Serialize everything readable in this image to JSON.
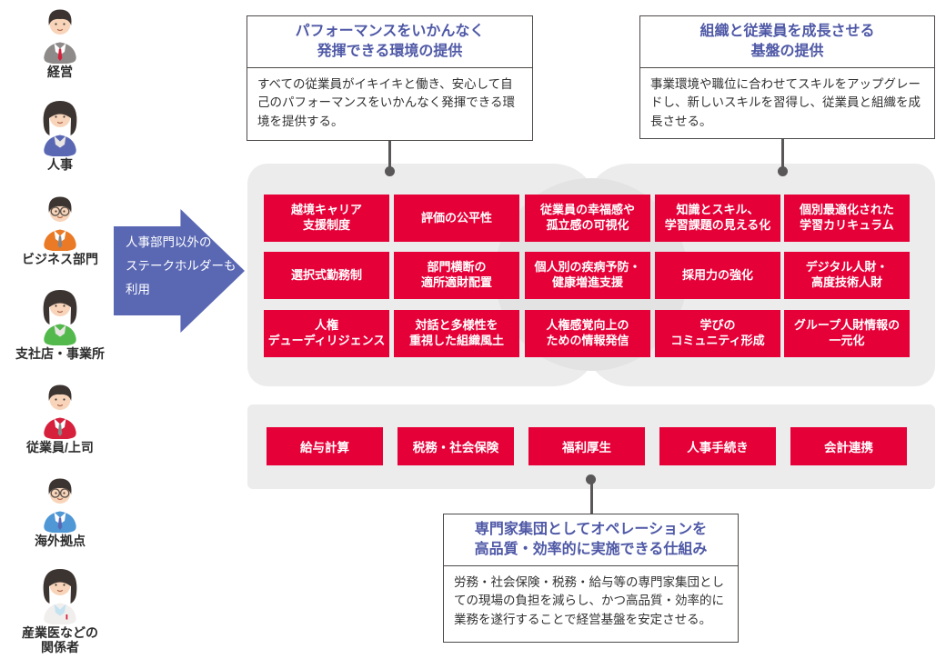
{
  "personas": [
    {
      "name": "management",
      "label": "経営",
      "gender": "male",
      "glasses": false,
      "body_color": "#8f8a8a",
      "inner_color": "#ffffff",
      "tie_color": "#d5213c"
    },
    {
      "name": "hr",
      "label": "人事",
      "gender": "female",
      "glasses": false,
      "body_color": "#5a68b4",
      "inner_color": "#e8e5e3"
    },
    {
      "name": "business-division",
      "label": "ビジネス部門",
      "gender": "male",
      "glasses": true,
      "body_color": "#ea7a26",
      "inner_color": "#ffffff",
      "tie_color": "#8a8585"
    },
    {
      "name": "branches-offices",
      "label": "支社店・事業所",
      "gender": "female",
      "glasses": false,
      "body_color": "#53b94d",
      "inner_color": "#e8e5e3"
    },
    {
      "name": "employees-managers",
      "label": "従業員/上司",
      "gender": "male",
      "glasses": false,
      "body_color": "#d7203c",
      "inner_color": "#ffffff",
      "tie_color": "#8a8585"
    },
    {
      "name": "overseas-sites",
      "label": "海外拠点",
      "gender": "male",
      "glasses": true,
      "body_color": "#4f97d5",
      "inner_color": "#ffffff",
      "tie_color": "#5a68b4"
    },
    {
      "name": "occupational-physicians",
      "label": "産業医などの\n関係者",
      "gender": "female",
      "glasses": false,
      "body_color": "#f1efed",
      "inner_color": "#c5e2f0",
      "accent_color": "#d7203c"
    }
  ],
  "arrow": {
    "text": "人事部門以外の\nステークホルダーも\n利用"
  },
  "goal_boxes": {
    "performance": {
      "title": "パフォーマンスをいかんなく\n発揮できる環境の提供",
      "body": "すべての従業員がイキイキと働き、安心して自己のパフォーマンスをいかんなく発揮できる環境を提供する。"
    },
    "growth": {
      "title": "組織と従業員を成長させる\n基盤の提供",
      "body": "事業環境や職位に合わせてスキルをアップグレードし、新しいスキルを習得し、従業員と組織を成長させる。"
    },
    "operations": {
      "title": "専門家集団としてオペレーションを\n高品質・効率的に実施できる仕組み",
      "body": "労務・社会保険・税務・給与等の専門家集団としての現場の負担を減らし、かつ高品質・効率的に業務を遂行することで経営基盤を安定させる。"
    }
  },
  "capability_grid": {
    "rows": [
      [
        "越境キャリア\n支援制度",
        "評価の公平性",
        "従業員の幸福感や\n孤立感の可視化",
        "知識とスキル、\n学習課題の見える化",
        "個別最適化された\n学習カリキュラム"
      ],
      [
        "選択式勤務制",
        "部門横断の\n適所適財配置",
        "個人別の疾病予防・\n健康増進支援",
        "採用力の強化",
        "デジタル人財・\n高度技術人財"
      ],
      [
        "人権\nデューディリジェンス",
        "対話と多様性を\n重視した組織風土",
        "人権感覚向上の\nための情報発信",
        "学びの\nコミュニティ形成",
        "グループ人財情報の\n一元化"
      ]
    ]
  },
  "operations_row": [
    "給与計算",
    "税務・社会保険",
    "福利厚生",
    "人事手続き",
    "会計連携"
  ],
  "colors": {
    "red": "#e60038",
    "panel_gray": "#ececec",
    "panel_overlap_gray": "#e3e3e3",
    "arrow_blue": "#5a68b4",
    "title_blue": "#4e58a6",
    "box_border": "#4c4948",
    "connector_gray": "#595757",
    "hair": "#3c3431",
    "skin": "#f8d5ba"
  }
}
